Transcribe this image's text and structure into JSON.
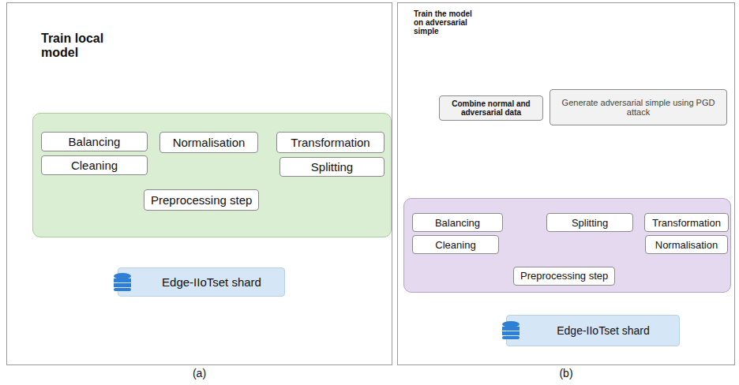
{
  "diagram": {
    "nodes": [
      {
        "text": [
          "(a)"
        ]
      },
      {
        "text": [
          "Preprocessing step"
        ],
        "in": 0
      },
      {
        "text": [
          "Balancing"
        ],
        "in": 1
      },
      {
        "text": [
          "Normalisation"
        ],
        "in": 1
      },
      {
        "text": [
          "Transformation"
        ],
        "in": 1
      },
      {
        "text": [
          "Cleaning"
        ],
        "in": 1
      },
      {
        "text": [
          "Splitting"
        ],
        "in": 1
      },
      {
        "text": [
          "Edge-IIoTset shard"
        ],
        "in": 0
      },
      {
        "text": [
          "(b)"
        ]
      },
      {
        "text": [
          "Combine normal and adversarial data"
        ],
        "in": 8
      },
      {
        "text": [
          "Generate adversarial simple using PGD attack"
        ],
        "in": 8
      },
      {
        "text": [
          "Preprocessing step"
        ],
        "in": 8
      },
      {
        "text": [
          "Balancing"
        ],
        "in": 11
      },
      {
        "text": [
          "Splitting"
        ],
        "in": 11
      },
      {
        "text": [
          "Transformation"
        ],
        "in": 11
      },
      {
        "text": [
          "Cleaning"
        ],
        "in": 11
      },
      {
        "text": [
          "Normalisation"
        ],
        "in": 11
      },
      {
        "text": [
          "Edge-IIoTset shard"
        ],
        "in": 8
      }
    ],
    "edges": [
      {
        "from": 7,
        "to": 1,
        "arrow": "to"
      },
      {
        "from": 17,
        "to": 11,
        "arrow": "to"
      },
      {
        "from": 11,
        "to": 9,
        "arrow": "to"
      },
      {
        "from": 11,
        "to": 10,
        "arrow": "to"
      },
      {
        "from": 10,
        "to": 9,
        "arrow": "to"
      }
    ],
    "labels": [
      "Train local model",
      "Train the model on adversarial simple"
    ]
  }
}
